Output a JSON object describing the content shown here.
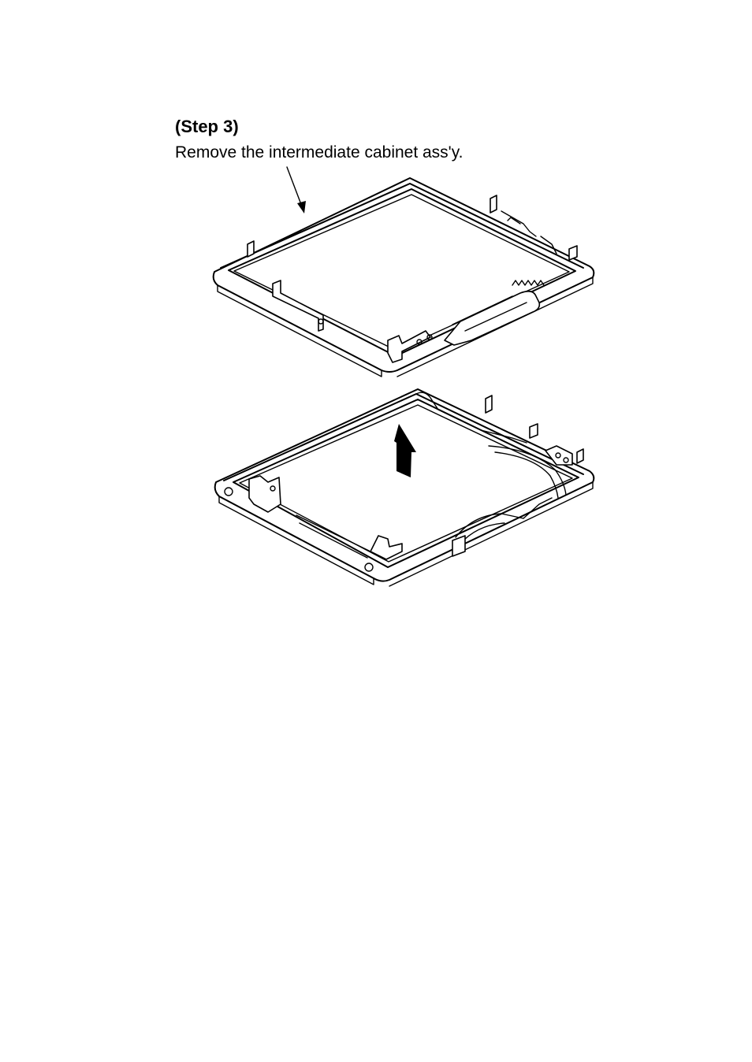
{
  "step": {
    "heading": "(Step 3)",
    "instruction": "Remove the intermediate cabinet ass'y."
  },
  "illustration": {
    "upper_part_icon": "intermediate-cabinet-assembly-drawing",
    "lower_part_icon": "lower-cabinet-drawing",
    "pointer_icon": "leader-line-arrow",
    "direction_icon": "lift-up-arrow-icon"
  }
}
